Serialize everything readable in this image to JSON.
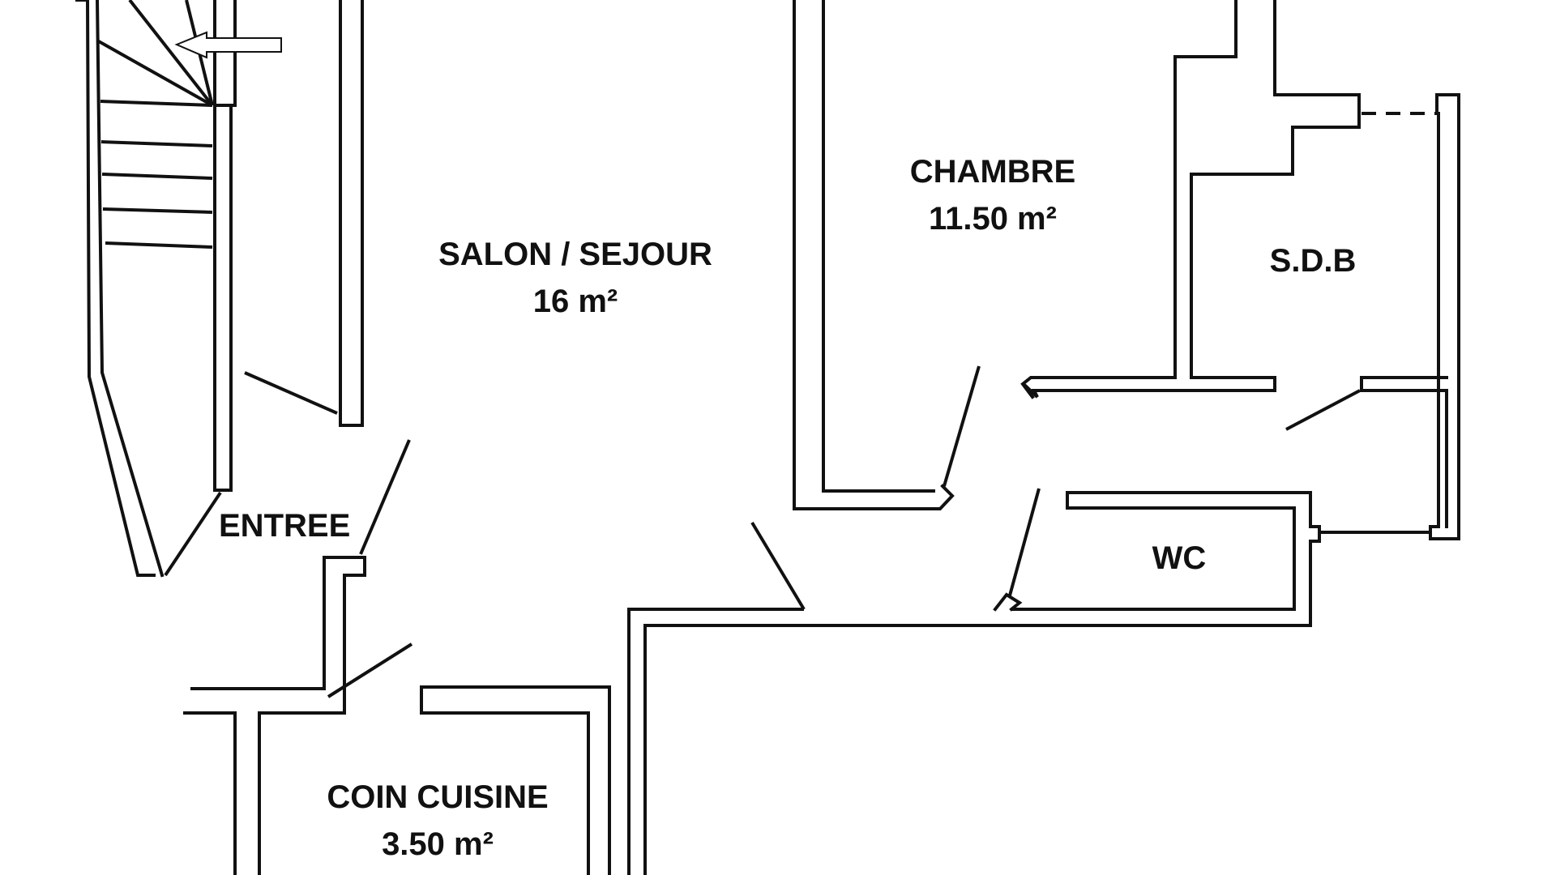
{
  "rooms": {
    "salon": {
      "name": "SALON / SEJOUR",
      "area": "16 m²"
    },
    "chambre": {
      "name": "CHAMBRE",
      "area": "11.50 m²"
    },
    "sdb": {
      "name": "S.D.B"
    },
    "entree": {
      "name": "ENTREE"
    },
    "wc": {
      "name": "WC"
    },
    "cuisine": {
      "name": "COIN CUISINE",
      "area": "3.50 m²"
    }
  },
  "colors": {
    "line": "#111111",
    "background": "#ffffff"
  }
}
